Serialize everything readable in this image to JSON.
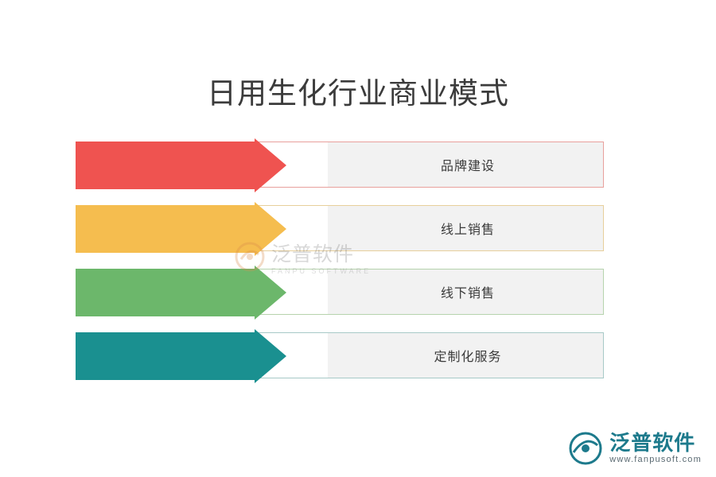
{
  "title": "日用生化行业商业模式",
  "diagram": {
    "type": "arrow-list",
    "rows": [
      {
        "label": "品牌建设",
        "color": "#ef5350",
        "box_bg": "#f2f2f2",
        "box_border": "#e8a09c"
      },
      {
        "label": "线上销售",
        "color": "#f5bd4f",
        "box_bg": "#f2f2f2",
        "box_border": "#e7cf9b"
      },
      {
        "label": "线下销售",
        "color": "#6cb76b",
        "box_bg": "#f2f2f2",
        "box_border": "#b6d3ad"
      },
      {
        "label": "定制化服务",
        "color": "#1a9090",
        "box_bg": "#f2f2f2",
        "box_border": "#a7c9c7"
      }
    ]
  },
  "watermark": {
    "name": "泛普软件",
    "subtitle": "FANPU SOFTWARE",
    "icon": "fanpu-logo-icon"
  },
  "brand": {
    "name": "泛普软件",
    "url": "www.fanpusoft.com",
    "icon": "fanpu-logo-icon",
    "color": "#1d7a8c"
  }
}
